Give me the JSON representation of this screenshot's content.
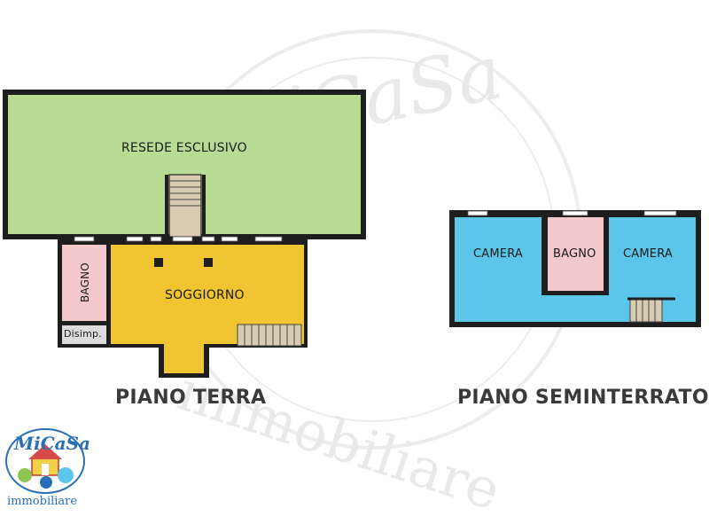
{
  "plans": {
    "ground_floor": {
      "title": "PIANO TERRA",
      "rooms": {
        "garden": "RESEDE ESCLUSIVO",
        "living": "SOGGIORNO",
        "bath": "BAGNO",
        "hall": "Disimp."
      }
    },
    "basement": {
      "title": "PIANO SEMINTERRATO",
      "rooms": {
        "bedroom_left": "CAMERA",
        "bath": "BAGNO",
        "bedroom_right": "CAMERA"
      }
    }
  },
  "colors": {
    "garden": "#b9dc94",
    "living": "#f1c531",
    "bath": "#f3c9cc",
    "hall": "#dcdcdc",
    "basement": "#5bc6ea",
    "wall": "#1e1e1e"
  },
  "watermark": {
    "brand": "MiCaSa",
    "sub": "immobiliare"
  },
  "logo": {
    "brand": "MiCaSa",
    "sub": "immobiliare"
  }
}
